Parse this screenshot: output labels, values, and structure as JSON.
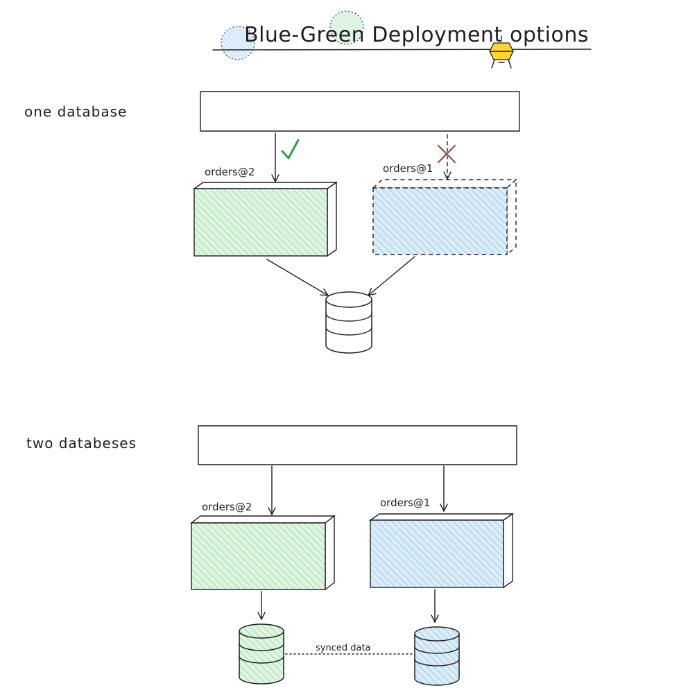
{
  "title": {
    "text": "Blue-Green Deployment",
    "suffix": "options"
  },
  "colors": {
    "ink": "#1e1e1e",
    "green_fill": "#b2f2bb",
    "green_hatch": "#8fd99a",
    "blue_fill": "#a5d8ff",
    "blue_hatch": "#86c3ee",
    "check": "#2f9e44",
    "cross": "#e8a0a0",
    "bulb": "#ffd43b"
  },
  "icons": [
    "check-icon",
    "cross-icon",
    "lightbulb-icon",
    "database-icon"
  ],
  "sections": {
    "one": {
      "label": "one database",
      "green_service": "orders@2",
      "blue_service": "orders@1"
    },
    "two": {
      "label": "two databeses",
      "green_service": "orders@2",
      "blue_service": "orders@1",
      "sync_label": "synced data"
    }
  }
}
